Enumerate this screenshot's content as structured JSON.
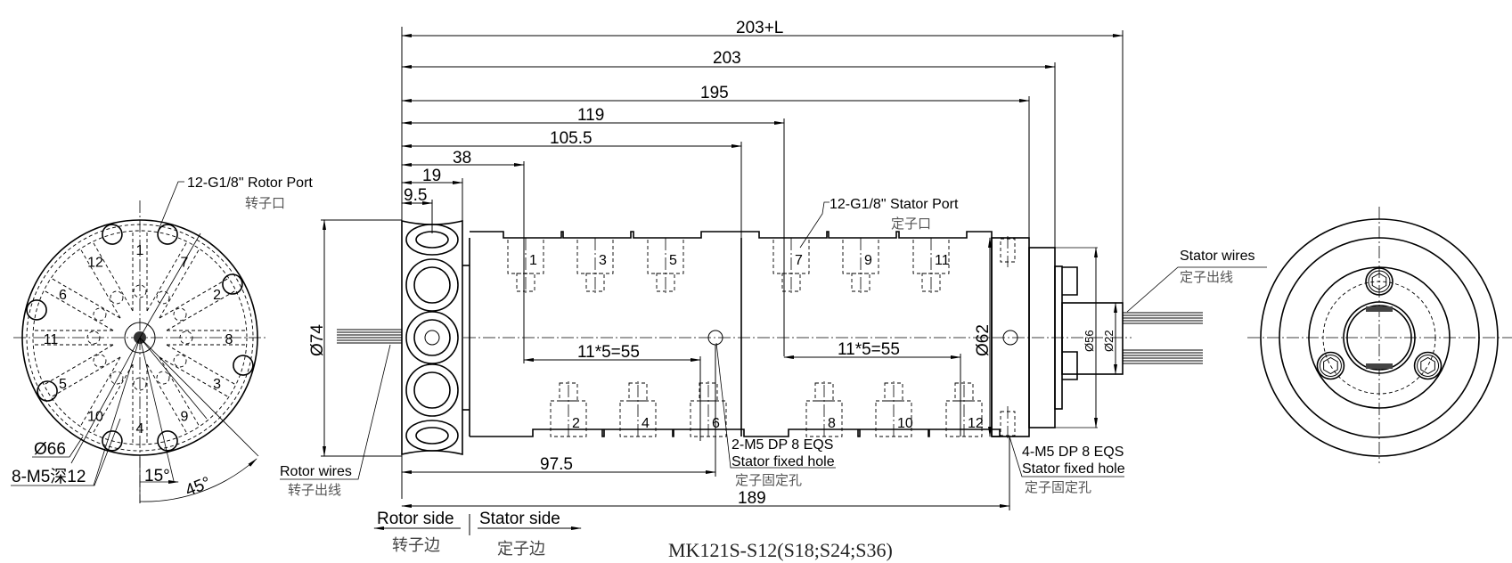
{
  "title": "MK121S-S12(S18;S24;S36)",
  "dimensions": {
    "overall_with_lead": "203+L",
    "overall": "203",
    "d195": "195",
    "d119": "119",
    "d105_5": "105.5",
    "d38": "38",
    "d19": "19",
    "d9_5": "9.5",
    "pitch_left": "11*5=55",
    "pitch_right": "11*5=55",
    "d97_5": "97.5",
    "d189": "189",
    "dia74": "Ø74",
    "dia62": "Ø62",
    "dia56": "Ø56",
    "dia22": "Ø22",
    "dia66": "Ø66",
    "angle15": "15°",
    "angle45": "45°"
  },
  "annotations": {
    "rotor_port_en": "12-G1/8\"  Rotor Port",
    "rotor_port_cn": "转子口",
    "stator_port_en": "12-G1/8\" Stator Port",
    "stator_port_cn": "定子口",
    "rotor_wires_en": "Rotor wires",
    "rotor_wires_cn": "转子出线",
    "stator_wires_en": "Stator wires",
    "stator_wires_cn": "定子出线",
    "fixed_hole_2_spec": "2-M5 DP 8 EQS",
    "fixed_hole_2_en": "Stator fixed hole",
    "fixed_hole_2_cn": "定子固定孔",
    "fixed_hole_4_spec": "4-M5 DP 8 EQS",
    "fixed_hole_4_en": "Stator fixed hole",
    "fixed_hole_4_cn": "定子固定孔",
    "mount_holes": "8-M5深12",
    "rotor_side_en": "Rotor side",
    "rotor_side_cn": "转子边",
    "stator_side_en": "Stator side",
    "stator_side_cn": "定子边"
  },
  "front_view_ports": [
    "1",
    "2",
    "3",
    "4",
    "5",
    "6",
    "7",
    "8",
    "9",
    "10",
    "11",
    "12"
  ],
  "side_view_ports_top": [
    "1",
    "3",
    "5",
    "7",
    "9",
    "11"
  ],
  "side_view_ports_bottom": [
    "2",
    "4",
    "6",
    "8",
    "10",
    "12"
  ]
}
